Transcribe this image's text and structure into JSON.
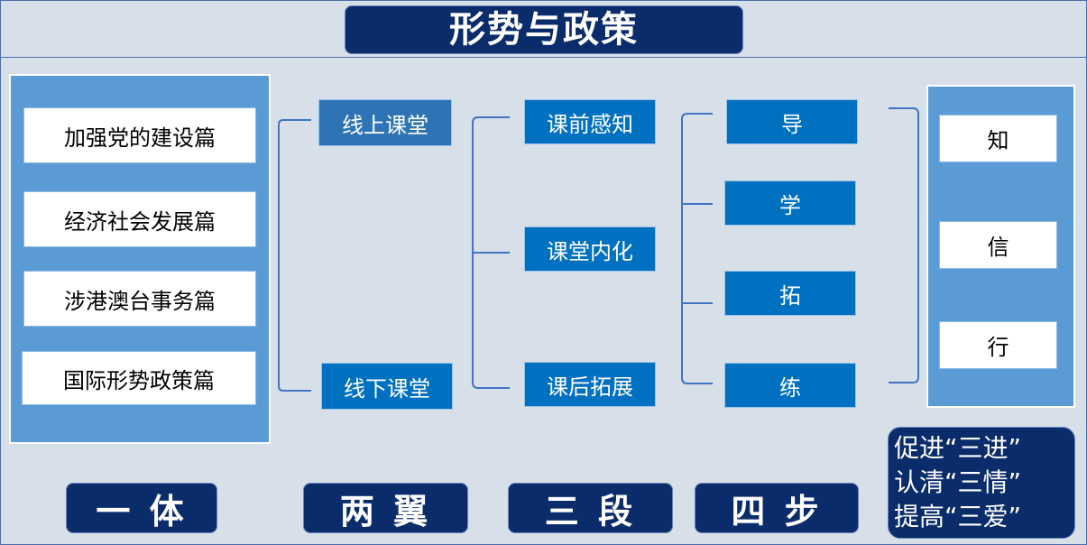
{
  "title": "形势与政策",
  "modules": [
    "加强党的建设篇",
    "经济社会发展篇",
    "涉港澳台事务篇",
    "国际形势政策篇"
  ],
  "wings": [
    "线上课堂",
    "线下课堂"
  ],
  "stages": [
    "课前感知",
    "课堂内化",
    "课后拓展"
  ],
  "steps": [
    "导",
    "学",
    "拓",
    "练"
  ],
  "goals": [
    "知",
    "信",
    "行"
  ],
  "bottom_labels": [
    "一 体",
    "两 翼",
    "三 段",
    "四 步"
  ],
  "slogans": [
    "促进“三进”",
    "认清“三情”",
    "提高“三爱”"
  ]
}
